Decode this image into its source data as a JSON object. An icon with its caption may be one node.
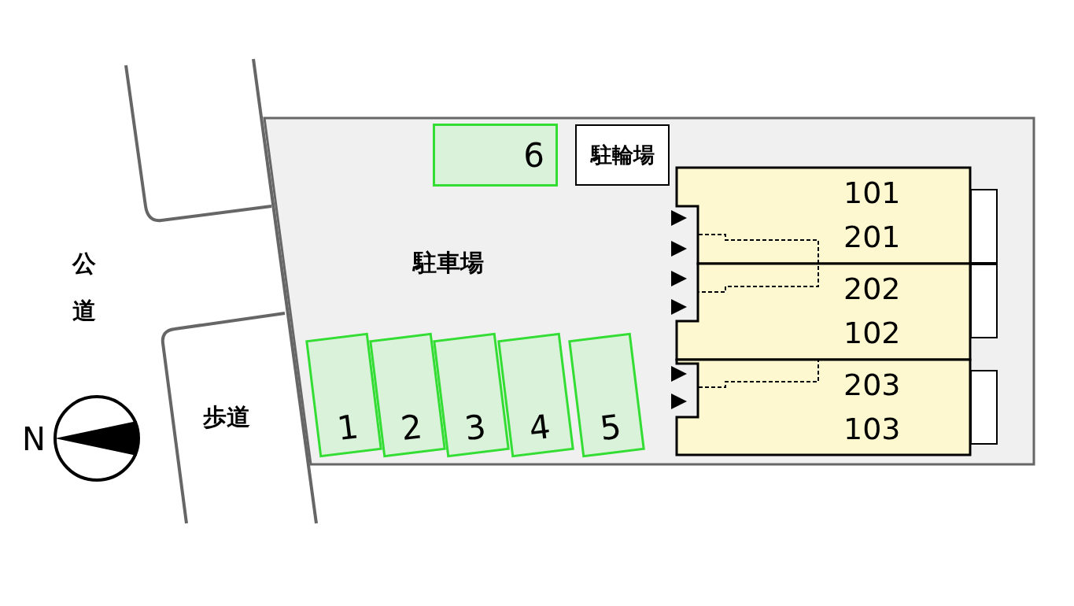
{
  "diagram": {
    "nodes": [
      {
        "text": [
          "駐車場"
        ]
      },
      {
        "text": [
          "6"
        ],
        "in": 0
      },
      {
        "text": [
          "駐輪場"
        ],
        "in": 0
      },
      {
        "text": [
          "101",
          "201"
        ],
        "in": 0
      },
      {
        "text": [
          "202",
          "102"
        ],
        "in": 0
      },
      {
        "text": [
          "203",
          "103"
        ],
        "in": 0
      },
      {
        "text": [
          "1"
        ],
        "in": 0
      },
      {
        "text": [
          "2"
        ],
        "in": 0
      },
      {
        "text": [
          "3"
        ],
        "in": 0
      },
      {
        "text": [
          "4"
        ],
        "in": 0
      },
      {
        "text": [
          "5"
        ],
        "in": 0
      },
      {
        "text": [],
        "shape": "box",
        "in": 0
      },
      {
        "text": [],
        "shape": "box",
        "in": 0
      },
      {
        "text": [],
        "shape": "box",
        "in": 0
      }
    ],
    "edges": [
      {
        "from": 3,
        "to": 4,
        "arrow": "none",
        "style": "dashed"
      },
      {
        "from": 5,
        "to": 4,
        "arrow": "none",
        "style": "dashed"
      }
    ],
    "labels": [
      "公道",
      "歩道",
      "N"
    ]
  }
}
